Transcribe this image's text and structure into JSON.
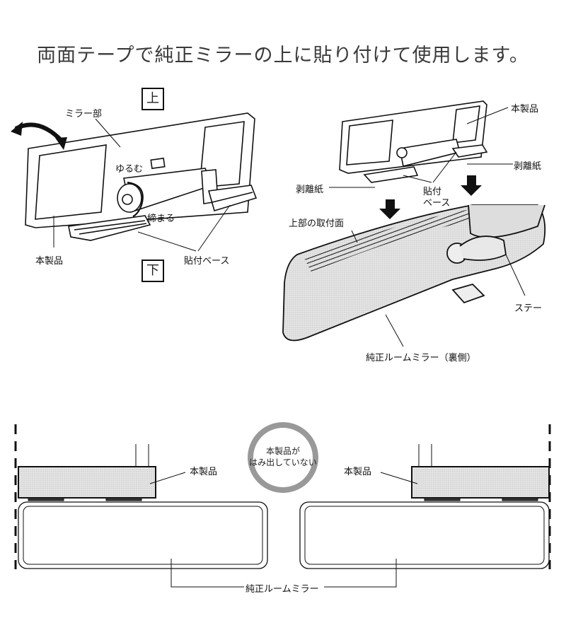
{
  "title": "両面テープで純正ミラーの上に貼り付けて使用します。",
  "left_diagram": {
    "top_marker": "上",
    "bottom_marker": "下",
    "mirror_part": "ミラー部",
    "loosen": "ゆるむ",
    "tighten": "締まる",
    "product": "本製品",
    "mount_base": "貼付ベース"
  },
  "right_diagram": {
    "product": "本製品",
    "release_paper_right": "剥離紙",
    "release_paper_left": "剥離紙",
    "mount_base_line1": "貼付",
    "mount_base_line2": "ベース",
    "top_mount_surface": "上部の取付面",
    "stay": "ステー",
    "stock_mirror_back": "純正ルームミラー（裏側）"
  },
  "bottom_diagram": {
    "product_left": "本製品",
    "product_right": "本製品",
    "circle_line1": "本製品が",
    "circle_line2": "はみ出していない",
    "stock_mirror": "純正ルームミラー"
  }
}
